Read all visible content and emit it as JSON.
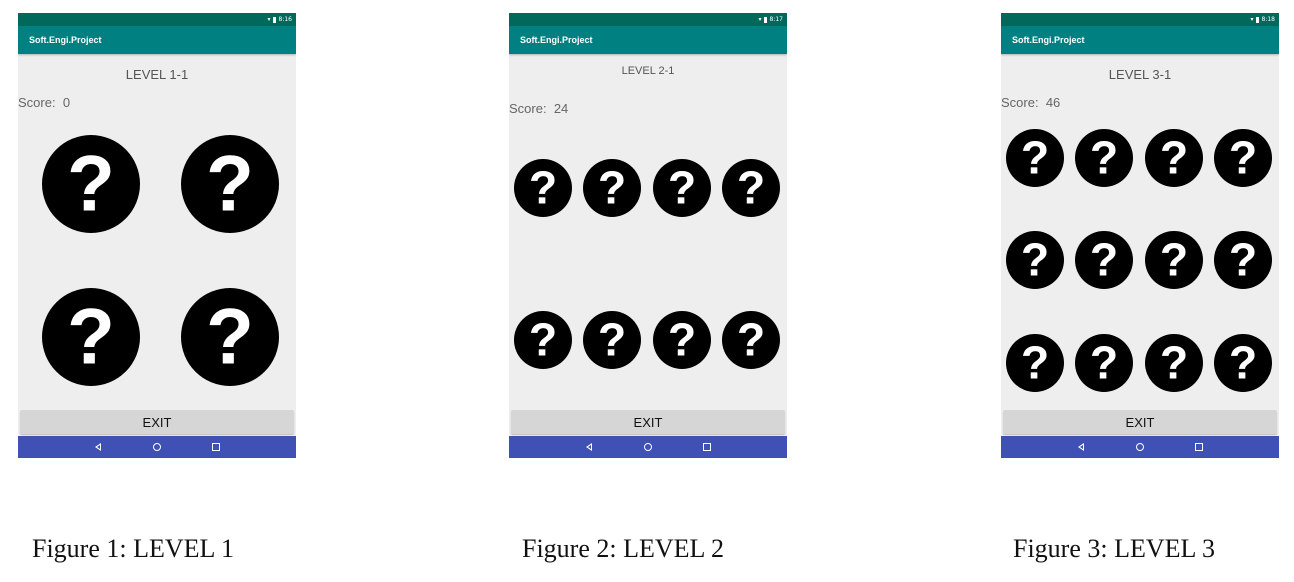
{
  "phones": [
    {
      "status_time": "8:16",
      "app_title": "Soft.Engi.Project",
      "level": "LEVEL 1-1",
      "score_label": "Score:",
      "score_value": "0",
      "card_symbol": "?",
      "exit_label": "EXIT",
      "caption": "Figure 1: LEVEL 1"
    },
    {
      "status_time": "8:17",
      "app_title": "Soft.Engi.Project",
      "level": "LEVEL 2-1",
      "score_label": "Score:",
      "score_value": "24",
      "card_symbol": "?",
      "exit_label": "EXIT",
      "caption": "Figure 2: LEVEL 2"
    },
    {
      "status_time": "8:18",
      "app_title": "Soft.Engi.Project",
      "level": "LEVEL 3-1",
      "score_label": "Score:",
      "score_value": "46",
      "card_symbol": "?",
      "exit_label": "EXIT",
      "caption": "Figure 3: LEVEL 3"
    }
  ],
  "colors": {
    "status_bar": "#00695c",
    "app_bar": "#008080",
    "background": "#eeeeee",
    "card": "#000000",
    "exit_button": "#d6d6d6",
    "nav_bar": "#3f51b5"
  },
  "icons": {
    "card": "question-mark-icon",
    "nav_back": "back-triangle-icon",
    "nav_home": "home-circle-icon",
    "nav_recent": "recent-square-icon"
  }
}
